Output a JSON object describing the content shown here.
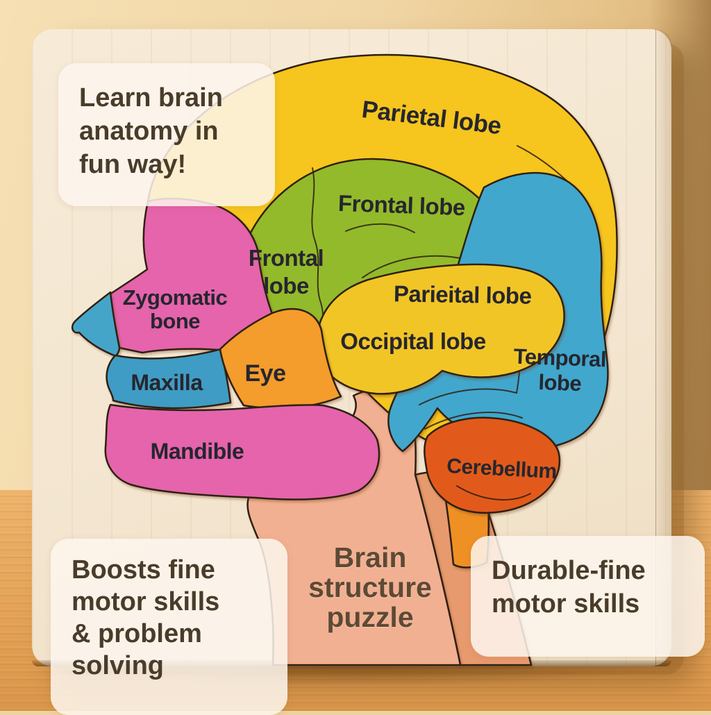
{
  "product": "Brain structure puzzle",
  "colors": {
    "wall": "#f1d6a5",
    "table_wood": "#e3a256",
    "board_wood": "#f3e5cf",
    "piece_outline": "#2e2012",
    "label_dark": "#26262e",
    "label_light": "#ffffff",
    "overlay_text": "#4a3c2a",
    "neck_text": "#5d4936"
  },
  "pieces": {
    "skull": {
      "label": "Parietal lobe",
      "color": "#f6c51e"
    },
    "frontal": {
      "label": "Frontal lobe",
      "label2_lines": [
        "Frontal",
        "lobe"
      ],
      "color": "#93ba2b"
    },
    "temporal": {
      "label_lines": [
        "Temporal",
        "lobe"
      ],
      "color": "#41a7cd"
    },
    "occipital_blob": {
      "label_top": "Parieital lobe",
      "label_bottom": "Occipital lobe",
      "color": "#f2c526"
    },
    "cerebellum": {
      "label": "Cerebellum",
      "color": "#e25a1b"
    },
    "zygomatic": {
      "label_lines": [
        "Zygomatic",
        "bone"
      ],
      "color": "#e564ac"
    },
    "nose": {
      "color": "#45a5c9"
    },
    "maxilla": {
      "label": "Maxilla",
      "color": "#3f9cc4"
    },
    "eye": {
      "label": "Eye",
      "color": "#f49c2c"
    },
    "mandible": {
      "label": "Mandible",
      "color": "#e564ac"
    },
    "neck_front": {
      "color": "#f1b091"
    },
    "neck_back": {
      "color": "#e89a6f"
    },
    "brainstem": {
      "color": "#ef9025"
    }
  },
  "overlays": {
    "top_left": {
      "lines": [
        "Learn brain",
        "anatomy in",
        "fun way!"
      ]
    },
    "bottom_left": {
      "lines": [
        "Boosts fine",
        "motor skills",
        "& problem",
        "solving"
      ]
    },
    "bottom_right": {
      "lines": [
        "Durable-fine",
        "motor skills"
      ]
    },
    "neck_caption": {
      "lines": [
        "Brain",
        "structure",
        "puzzle"
      ]
    }
  }
}
